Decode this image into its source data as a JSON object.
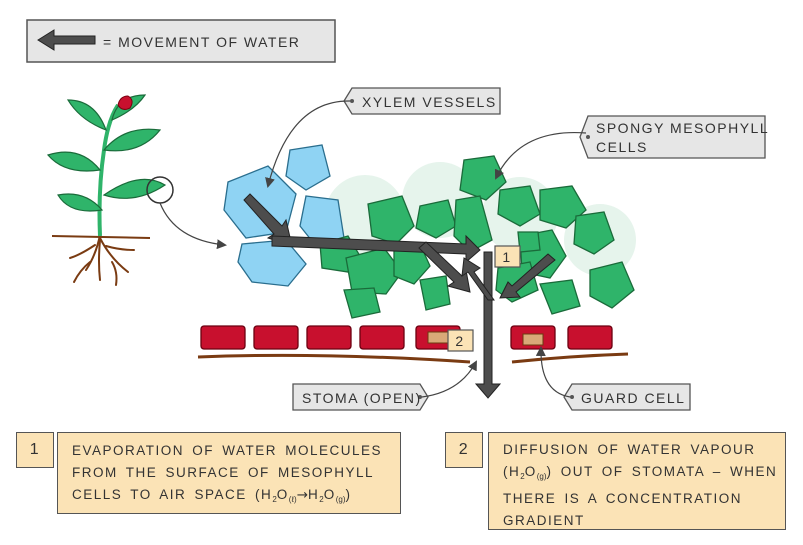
{
  "legend": {
    "text": "= MOVEMENT OF WATER"
  },
  "labels": {
    "xylem": "XYLEM VESSELS",
    "spongy_line1": "SPONGY MESOPHYLL",
    "spongy_line2": "CELLS",
    "stoma": "STOMA (OPEN)",
    "guard_cell": "GUARD CELL"
  },
  "markers": {
    "one": "1",
    "two": "2"
  },
  "notes": {
    "one": {
      "number": "1",
      "line1": "EVAPORATION OF WATER MOLECULES",
      "line2": "FROM THE SURFACE OF MESOPHYLL",
      "line3_prefix": "CELLS TO AIR SPACE (H",
      "sub_2a": "2",
      "o": "O",
      "sub_l": "(ℓ)",
      "arrow": "→",
      "h": "H",
      "sub_2b": "2",
      "o2": "O",
      "sub_g": "(g)",
      "close": ")"
    },
    "two": {
      "number": "2",
      "line1": "DIFFUSION OF WATER VAPOUR",
      "line2_prefix": "(H",
      "sub_2": "2",
      "o": "O",
      "sub_g": "(g)",
      "line2_suffix": ") OUT OF STOMATA – WHEN",
      "line3": "THERE IS A CONCENTRATION",
      "line4": "GRADIENT"
    }
  },
  "colors": {
    "xylem": "#8fd3f3",
    "mesophyll": "#2fb46a",
    "epidermis": "#c8102e",
    "arrow": "#4d4d4d",
    "label_bg": "#e6e6e6",
    "note_bg": "#fbe3b6",
    "soil_line": "#7a3b12"
  }
}
